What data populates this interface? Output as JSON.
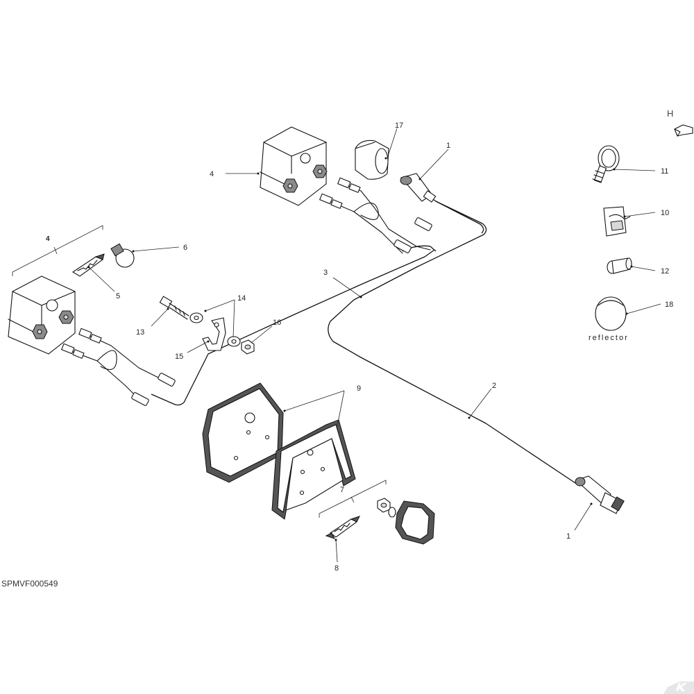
{
  "drawing": {
    "id": "SPMVF000549",
    "view_letter": "H",
    "reflector_label": "reflector"
  },
  "callouts": {
    "c1_top": "1",
    "c1_bottom": "1",
    "c2": "2",
    "c3": "3",
    "c4_top": "4",
    "c4_left": "4",
    "c5": "5",
    "c6": "6",
    "c7": "7",
    "c8": "8",
    "c9": "9",
    "c10": "10",
    "c11": "11",
    "c12": "12",
    "c13": "13",
    "c14": "14",
    "c15": "15",
    "c16": "16",
    "c17": "17",
    "c18": "18"
  },
  "icons": {
    "view_arrow": "view-direction-arrow-icon",
    "brand": "brand-logo-icon"
  }
}
